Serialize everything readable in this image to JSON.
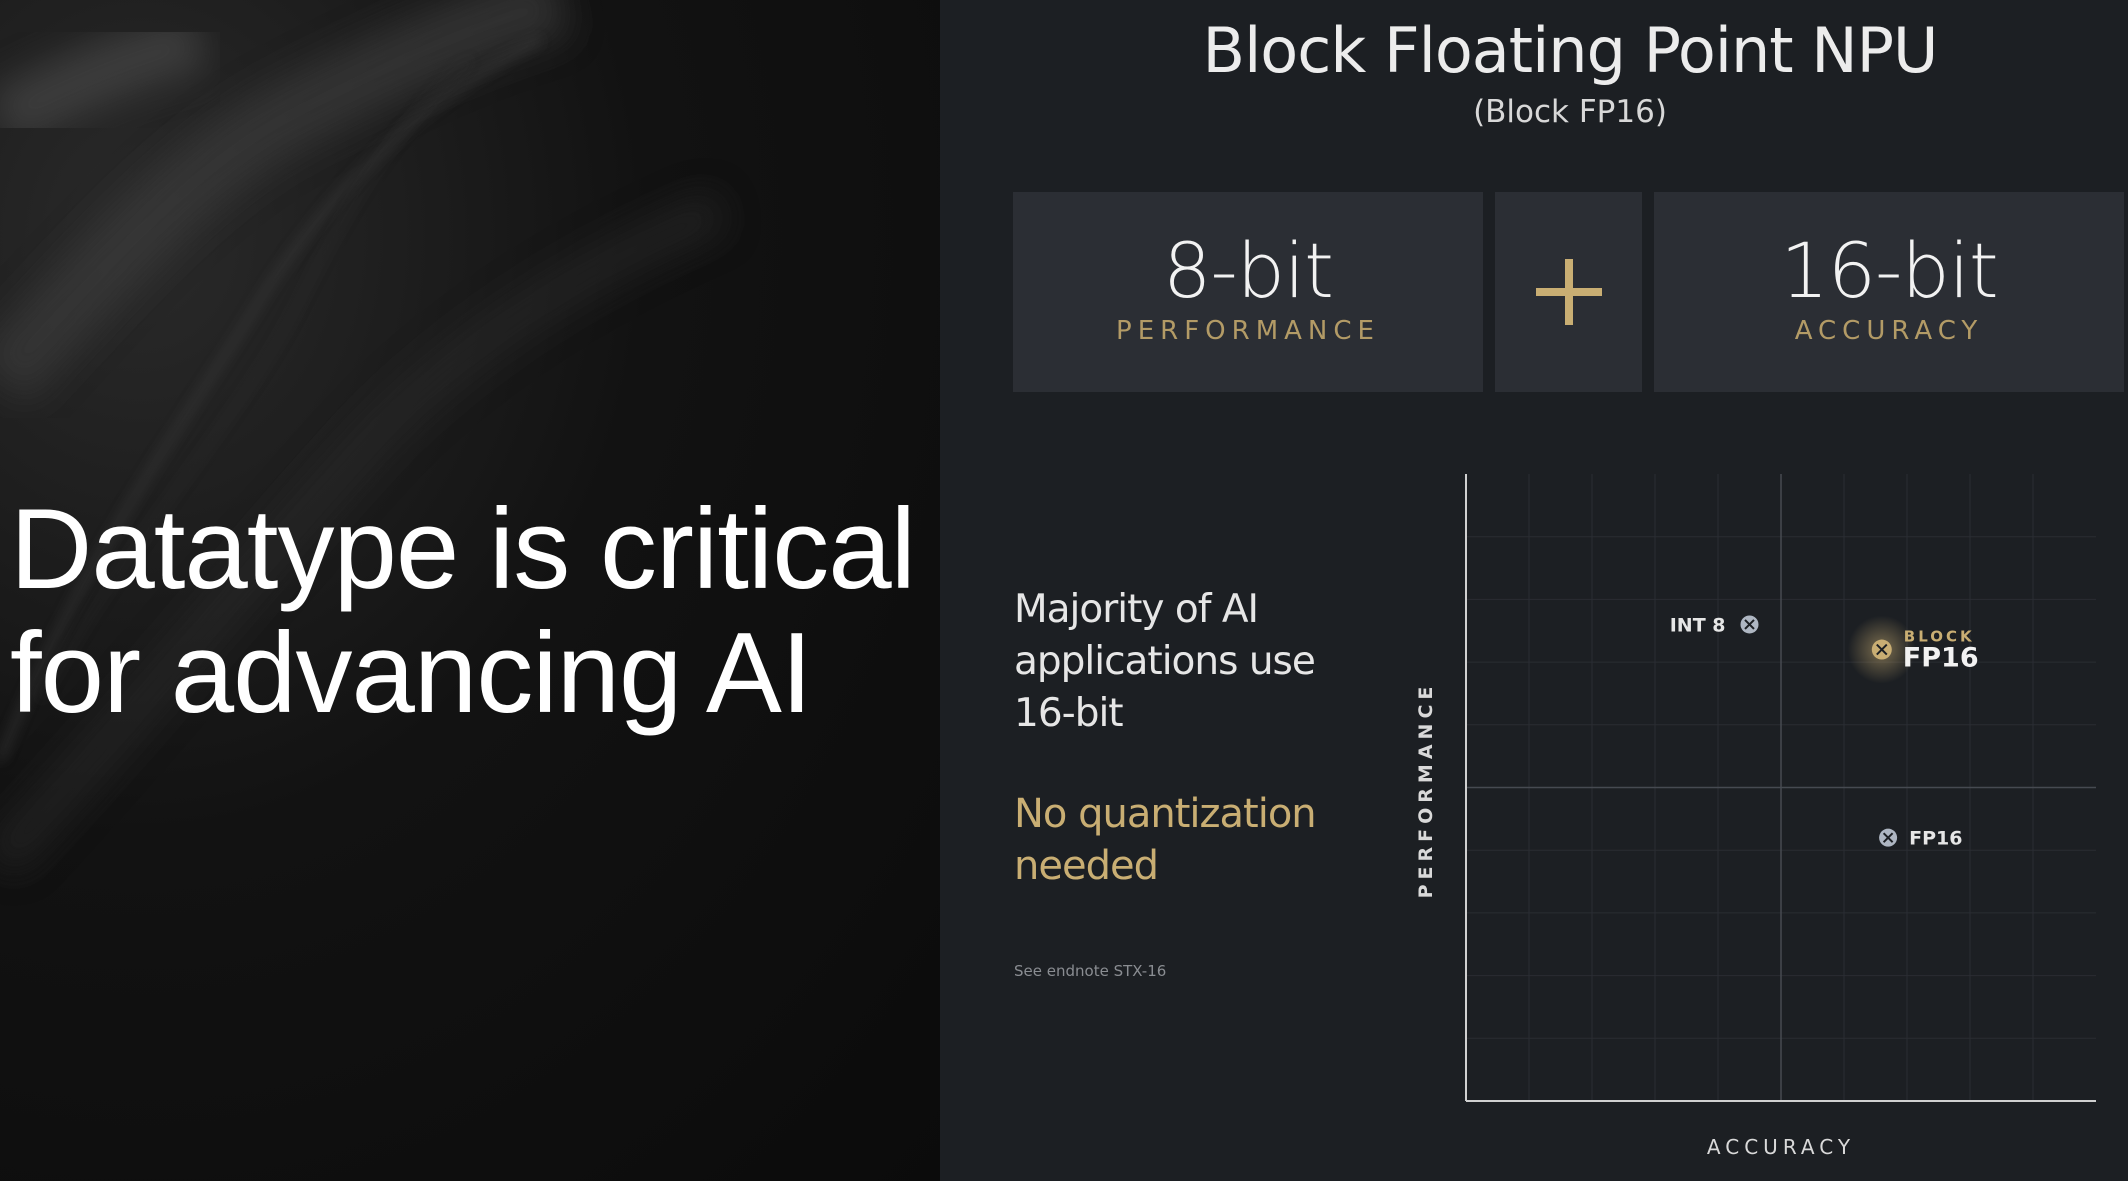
{
  "headline": {
    "line1": "Datatype is critical",
    "line2": "for advancing AI"
  },
  "title": "Block Floating Point NPU",
  "subtitle": "(Block FP16)",
  "boxes": {
    "left_big": "8-bit",
    "left_small": "PERFORMANCE",
    "plus_symbol": "+",
    "right_big": "16-bit",
    "right_small": "ACCURACY"
  },
  "blurb": {
    "text": "Majority of AI applications use 16-bit",
    "gold_text": "No quantization needed",
    "endnote": "See endnote STX-16"
  },
  "chart_data": {
    "type": "scatter",
    "xlabel": "ACCURACY",
    "ylabel": "PERFORMANCE",
    "xlim": [
      0,
      1
    ],
    "ylim": [
      0,
      1
    ],
    "grid": true,
    "quadrant_dividers": true,
    "points": [
      {
        "label": "INT 8",
        "sublabel": "",
        "x": 0.45,
        "y": 0.76,
        "highlight": false
      },
      {
        "label": "FP16",
        "sublabel": "BLOCK",
        "x": 0.66,
        "y": 0.72,
        "highlight": true
      },
      {
        "label": "FP16",
        "sublabel": "",
        "x": 0.67,
        "y": 0.42,
        "highlight": false
      }
    ]
  },
  "colors": {
    "gold": "#c9ae73",
    "label_gold": "#b39b66",
    "box": "#2b2e34",
    "panel": "#1c1f23",
    "marker": "#aeb6c2",
    "grid": "#2a2d33",
    "axis": "#d0d0d0"
  }
}
